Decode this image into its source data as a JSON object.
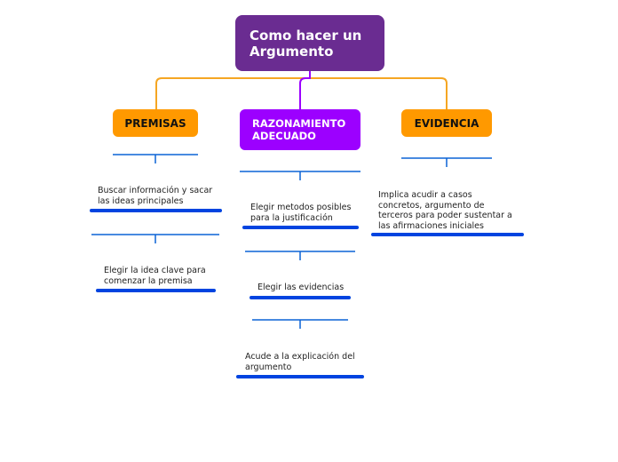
{
  "root": {
    "title": "Como hacer un Argumento"
  },
  "branches": [
    {
      "label": "PREMISAS",
      "items": [
        "Buscar información y sacar\nlas ideas principales",
        "Elegir la idea clave para\ncomenzar la premisa"
      ]
    },
    {
      "label": "RAZONAMIENTO\nADECUADO",
      "items": [
        "Elegir metodos posibles\npara la justificación",
        "Elegir las evidencias",
        "Acude a la explicación del\nargumento"
      ]
    },
    {
      "label": "EVIDENCIA",
      "items": [
        "Implica acudir a casos\nconcretos, argumento de\nterceros para poder sustentar a\nlas afirmaciones iniciales"
      ]
    }
  ],
  "colors": {
    "root": "#6a2c91",
    "premisas": "#ff9900",
    "razonamiento": "#9c00ff",
    "evidencia": "#ff9900",
    "connector_orange": "#f5a623",
    "connector_purple": "#9c00ff",
    "line_blue": "#0b63d6",
    "underline_blue": "#0044e0"
  }
}
